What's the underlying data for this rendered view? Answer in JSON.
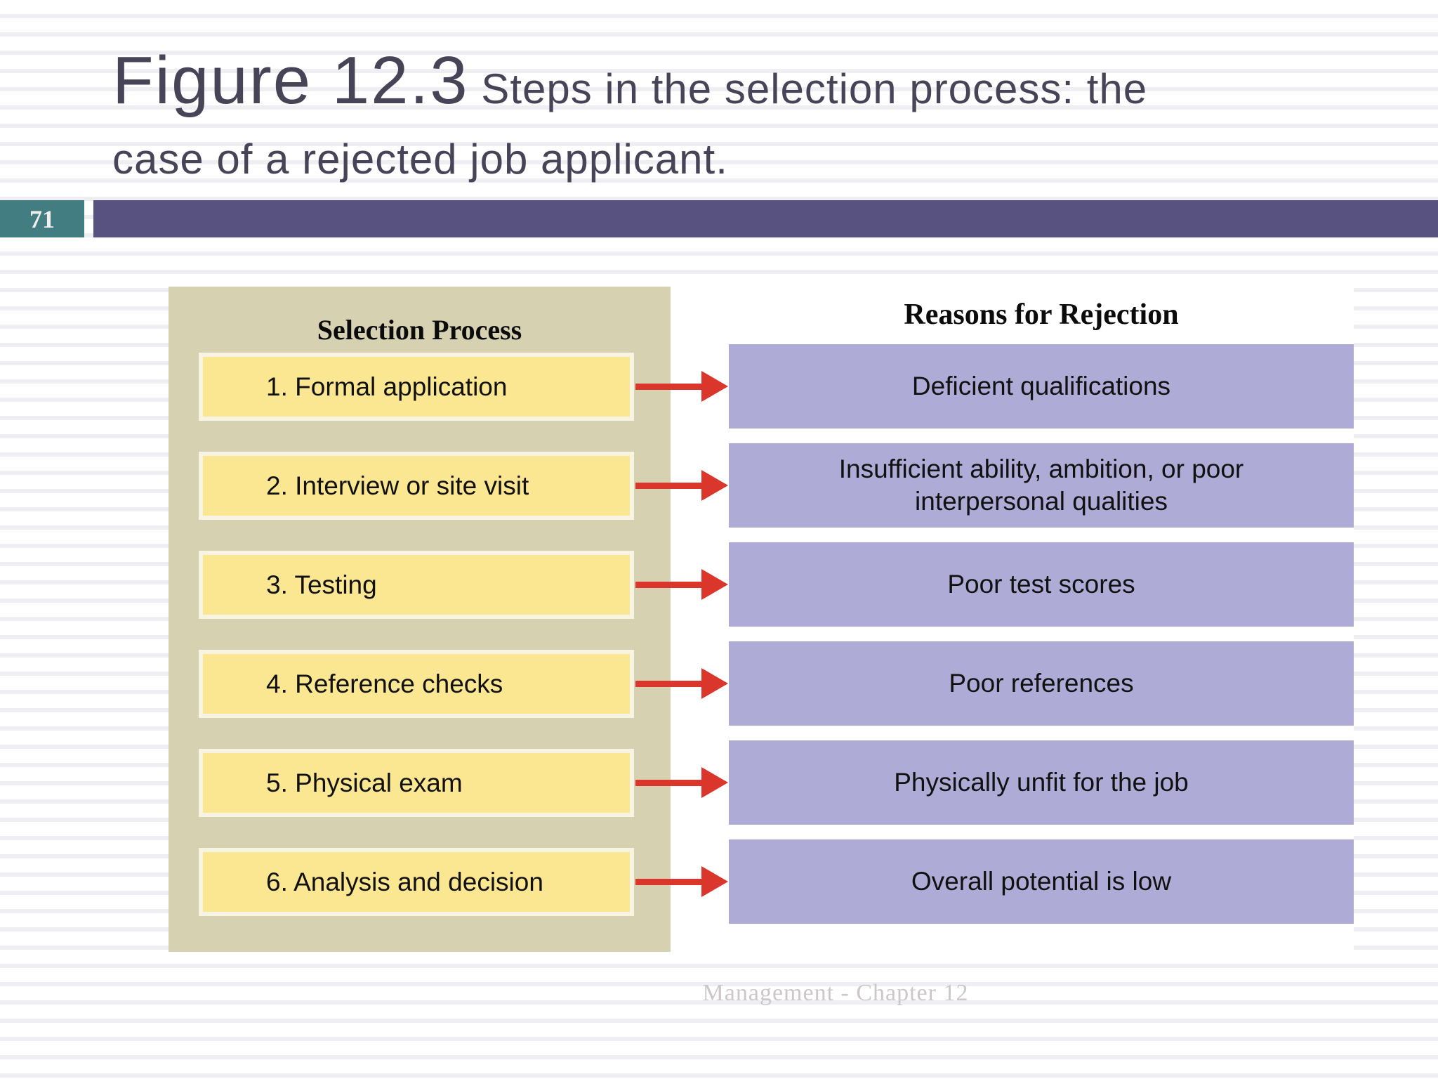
{
  "slide": {
    "title_figure": "Figure 12.3",
    "title_rest": "Steps in the selection process: the",
    "title_line2": "case of a rejected job applicant.",
    "page_number": "71",
    "footer": "Management - Chapter 12",
    "colors": {
      "title_text": "#474457",
      "page_badge_bg": "#417d81",
      "page_badge_text": "#f2f0ee",
      "header_bar_bg": "#57527f",
      "background_stripe": "#efeef2",
      "footer_text": "#cdc7c8"
    }
  },
  "diagram": {
    "left_header": "Selection Process",
    "right_header": "Reasons for Rejection",
    "rows": [
      {
        "step": "1. Formal application",
        "reason": "Deficient qualifications"
      },
      {
        "step": "2. Interview or site visit",
        "reason": "Insufficient ability, ambition, or poor interpersonal qualities"
      },
      {
        "step": "3. Testing",
        "reason": "Poor test scores"
      },
      {
        "step": "4. Reference checks",
        "reason": "Poor references"
      },
      {
        "step": "5. Physical exam",
        "reason": "Physically unfit for the job"
      },
      {
        "step": "6. Analysis and decision",
        "reason": "Overall potential is low"
      }
    ],
    "colors": {
      "panel_bg": "#d5d1b1",
      "diagram_bg": "#ffffff",
      "step_fill": "#fbe691",
      "step_border": "#f8f4e3",
      "reason_fill": "#aeabd6",
      "arrow": "#da362c",
      "box_text": "#111111"
    }
  }
}
